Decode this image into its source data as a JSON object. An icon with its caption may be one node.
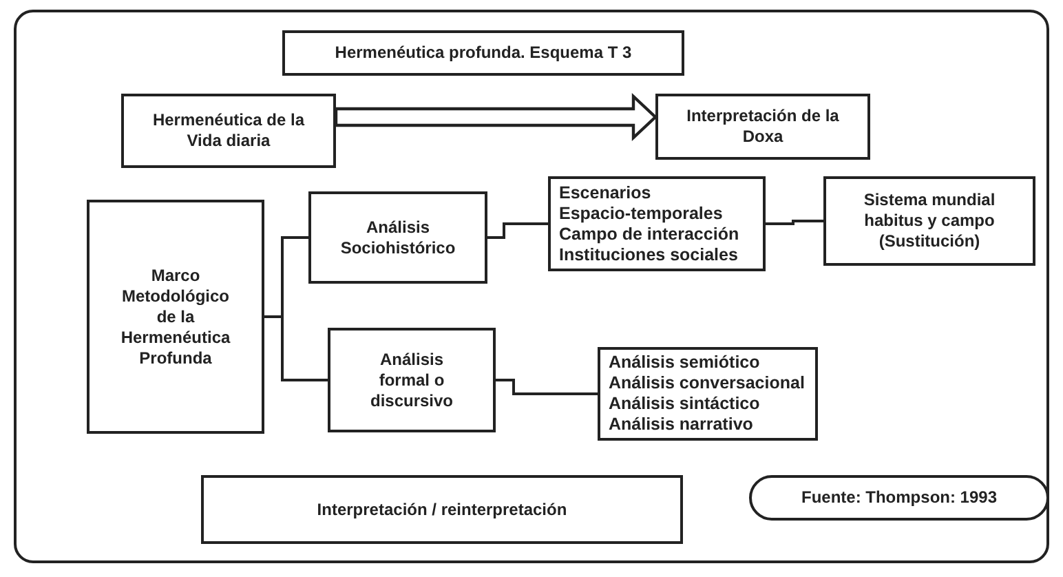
{
  "diagram": {
    "nodes": [
      {
        "text": [
          "Hermenéutica profunda. Esquema T 3"
        ]
      },
      {
        "text": [
          "Hermenéutica de la Vida diaria"
        ]
      },
      {
        "text": [
          "Interpretación de la Doxa"
        ]
      },
      {
        "text": [
          "Marco Metodológico de la Hermenéutica Profunda"
        ]
      },
      {
        "text": [
          "Análisis Sociohistórico"
        ]
      },
      {
        "text": [
          "Escenarios",
          "Espacio-temporales",
          "Campo de interacción",
          "Instituciones sociales"
        ]
      },
      {
        "text": [
          "Sistema mundial habitus y campo (Sustitución)"
        ]
      },
      {
        "text": [
          "Análisis formal o discursivo"
        ]
      },
      {
        "text": [
          "Análisis semiótico",
          "Análisis conversacional",
          "Análisis sintáctico",
          "Análisis narrativo"
        ]
      },
      {
        "text": [
          "Interpretación / reinterpretación"
        ]
      },
      {
        "text": [
          "Fuente: Thompson: 1993"
        ]
      }
    ],
    "edges": [
      {
        "from": 1,
        "to": 2,
        "arrow": "to",
        "style": "thick"
      },
      {
        "from": 3,
        "to": 4,
        "arrow": "none"
      },
      {
        "from": 3,
        "to": 7,
        "arrow": "none"
      },
      {
        "from": 4,
        "to": 5,
        "arrow": "none"
      },
      {
        "from": 5,
        "to": 6,
        "arrow": "none"
      },
      {
        "from": 7,
        "to": 8,
        "arrow": "none"
      }
    ]
  }
}
